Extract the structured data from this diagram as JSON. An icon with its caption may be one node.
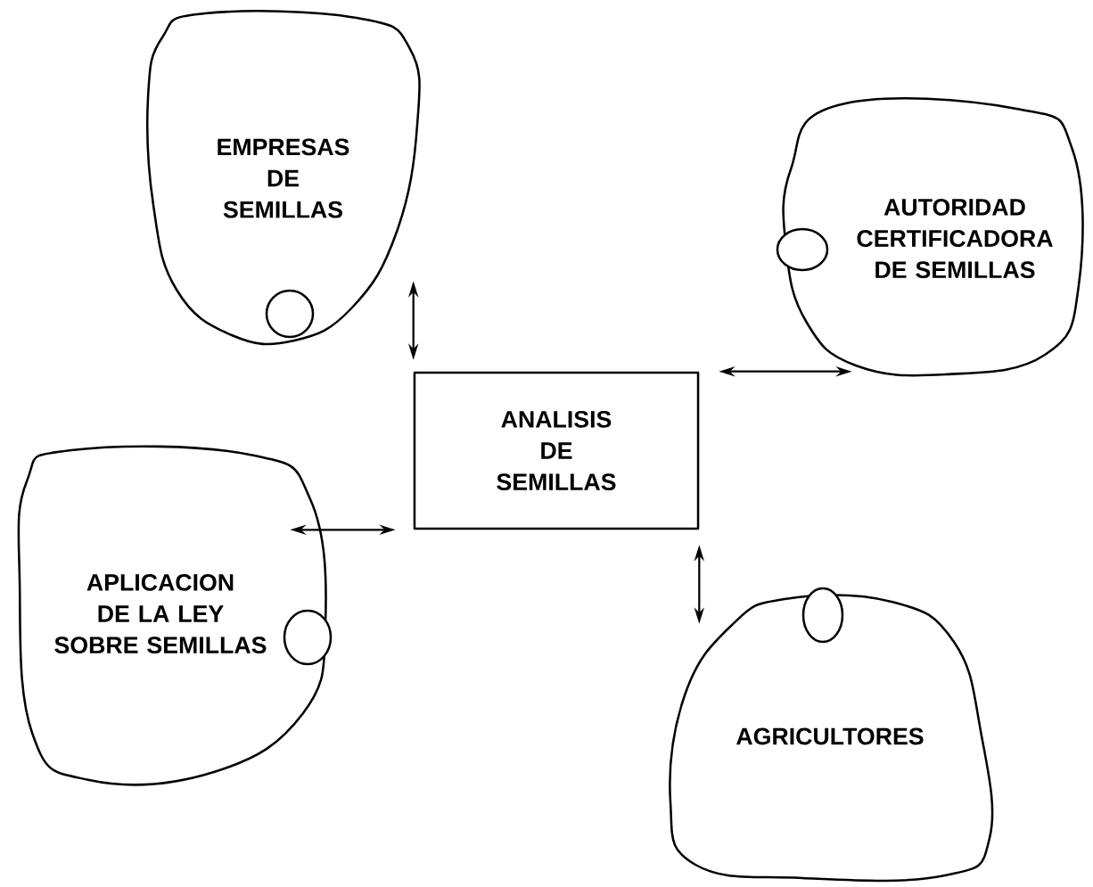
{
  "diagram": {
    "nodes": [
      {
        "text": [
          "EMPRESAS DE SEMILLAS"
        ]
      },
      {
        "text": [
          "AUTORIDAD CERTIFICADORA DE SEMILLAS"
        ]
      },
      {
        "text": [
          "ANALISIS DE SEMILLAS"
        ]
      },
      {
        "text": [
          "APLICACION DE LA LEY SOBRE SEMILLAS"
        ]
      },
      {
        "text": [
          "AGRICULTORES"
        ]
      }
    ],
    "edges": [
      {
        "from": 0,
        "to": 2,
        "arrow": "both"
      },
      {
        "from": 1,
        "to": 2,
        "arrow": "both"
      },
      {
        "from": 3,
        "to": 2,
        "arrow": "both"
      },
      {
        "from": 4,
        "to": 2,
        "arrow": "both"
      }
    ]
  }
}
